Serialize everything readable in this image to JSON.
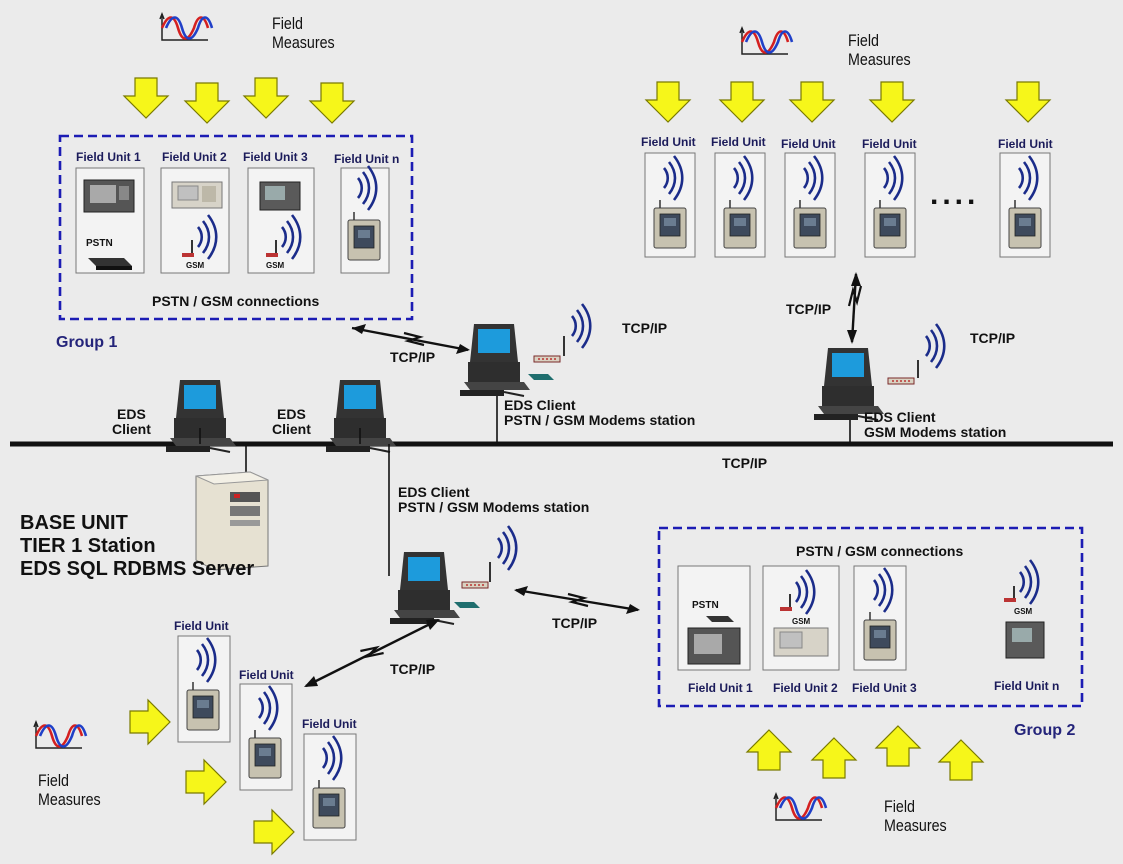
{
  "labels": {
    "field_measures_top_left": [
      "Field",
      "Measures"
    ],
    "field_measures_top_right": [
      "Field",
      "Measures"
    ],
    "field_measures_bottom_left": [
      "Field",
      "Measures"
    ],
    "field_measures_bottom_right": [
      "Field",
      "Measures"
    ],
    "group1": {
      "title": "Group 1",
      "connections": "PSTN / GSM connections",
      "units": [
        "Field Unit 1",
        "Field Unit 2",
        "Field Unit 3",
        "Field Unit n"
      ],
      "pstn": "PSTN",
      "gsm": "GSM"
    },
    "group2": {
      "title": "Group 2",
      "connections": "PSTN / GSM connections",
      "units": [
        "Field Unit 1",
        "Field Unit 2",
        "Field Unit 3",
        "Field Unit n"
      ],
      "pstn": "PSTN",
      "gsm": "GSM"
    },
    "top_right_units": [
      "Field Unit",
      "Field Unit",
      "Field Unit",
      "Field Unit",
      "Field Unit"
    ],
    "bottom_left_units": [
      "Field Unit",
      "Field Unit",
      "Field Unit"
    ],
    "ellipsis": "....",
    "tcpip": "TCP/IP",
    "eds_client": [
      "EDS",
      "Client"
    ],
    "station_pstn_gsm": [
      "EDS Client",
      "PSTN / GSM Modems station"
    ],
    "station_gsm": [
      "EDS Client",
      "GSM Modems station"
    ],
    "base_unit": [
      "BASE UNIT",
      "TIER 1 Station",
      "EDS SQL RDBMS Server"
    ]
  },
  "colors": {
    "background": "#ebebeb",
    "group_border": "#1c1cb4",
    "arrow_fill": "#f6f61a",
    "arrow_stroke": "#7a7a00",
    "screen": "#1d9bdc",
    "bus_line": "#111111"
  }
}
